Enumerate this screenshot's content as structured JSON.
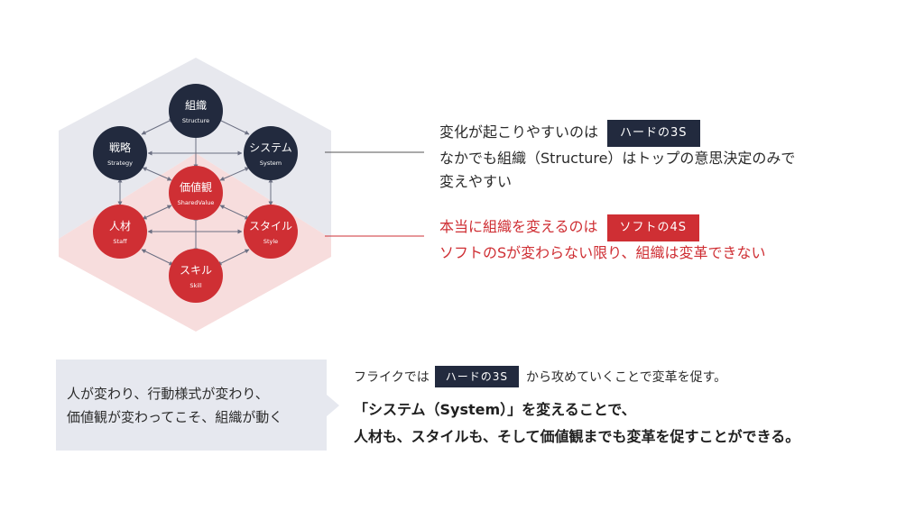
{
  "colors": {
    "dark_node": "#222a3e",
    "red_node": "#cf2f34",
    "hex_upper": "#e7e8ee",
    "hex_lower": "#f7dddd",
    "arrow": "#6b6f82",
    "text": "#2b2b2b",
    "accent_red": "#cf2f34",
    "callout_bg": "#e6e8ef"
  },
  "diagram": {
    "nodes": {
      "structure": {
        "label": "組織",
        "sub": "Structure"
      },
      "strategy": {
        "label": "戦略",
        "sub": "Strategy"
      },
      "system": {
        "label": "システム",
        "sub": "System"
      },
      "shared_value": {
        "label": "価値観",
        "sub": "SharedValue"
      },
      "staff": {
        "label": "人材",
        "sub": "Staff"
      },
      "style": {
        "label": "スタイル",
        "sub": "Style"
      },
      "skill": {
        "label": "スキル",
        "sub": "Skill"
      }
    }
  },
  "hard": {
    "line1": "変化が起こりやすいのは",
    "tag": "ハードの3S",
    "line2": "なかでも組織（Structure）はトップの意思決定のみで",
    "line3": "変えやすい"
  },
  "soft": {
    "line1": "本当に組織を変えるのは",
    "tag": "ソフトの4S",
    "line2": "ソフトのSが変わらない限り、組織は変革できない"
  },
  "callout": {
    "line1": "人が変わり、行動様式が変わり、",
    "line2": "価値観が変わってこそ、組織が動く"
  },
  "bottom": {
    "prefix": "フライクでは",
    "tag": "ハードの3S",
    "suffix": "から攻めていくことで変革を促す。",
    "bold1": "「システム（System）」を変えることで、",
    "bold2": "人材も、スタイルも、そして価値観までも変革を促すことができる。"
  }
}
